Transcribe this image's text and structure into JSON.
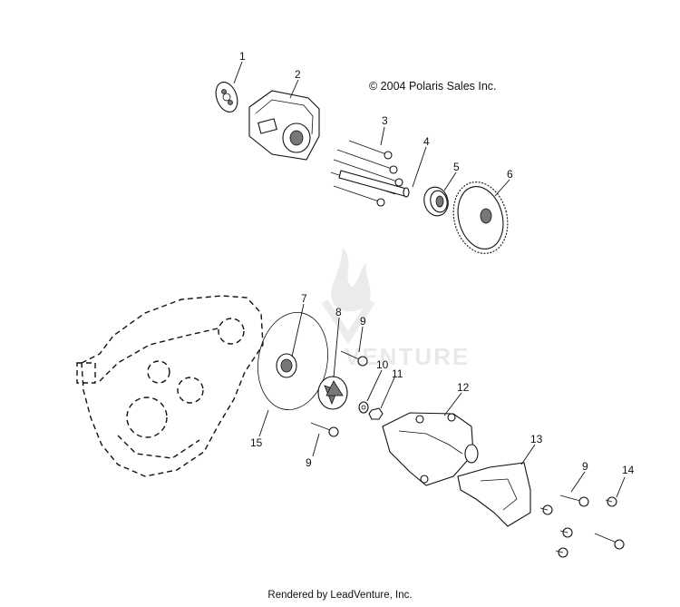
{
  "copyright": "© 2004 Polaris Sales Inc.",
  "footer": "Rendered by LeadVenture, Inc.",
  "watermark_text": "VENTURE",
  "callouts": [
    "1",
    "2",
    "3",
    "4",
    "5",
    "6",
    "7",
    "8",
    "9",
    "10",
    "11",
    "12",
    "13",
    "14",
    "15",
    "9",
    "9"
  ],
  "colors": {
    "ink": "#111111",
    "background": "#ffffff"
  }
}
